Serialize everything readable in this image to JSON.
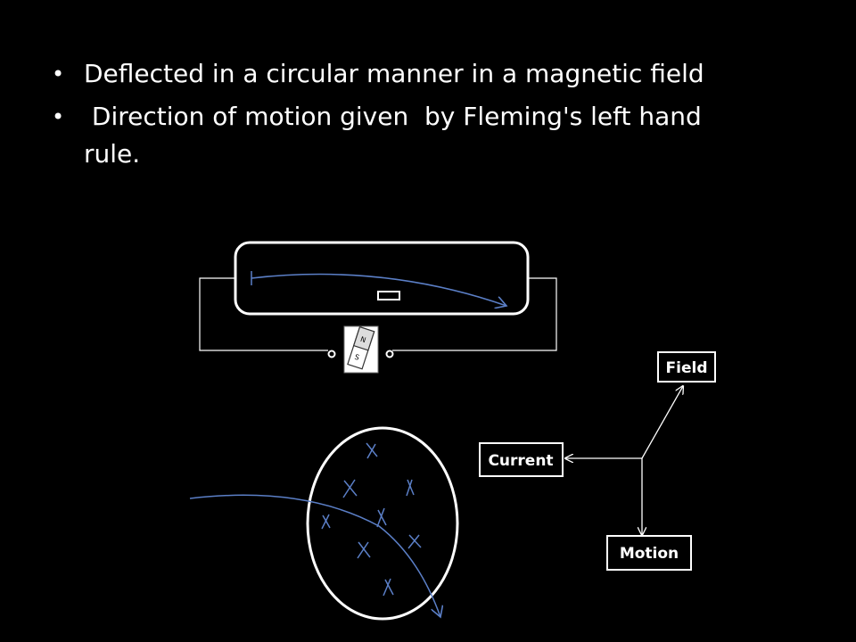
{
  "bullets": [
    {
      "text": "Deflected in a circular manner in a magnetic field"
    },
    {
      "text": " Direction of motion given  by Fleming's left hand rule."
    }
  ],
  "diagram": {
    "magnet": {
      "north_label": "N",
      "south_label": "S"
    },
    "labels": {
      "field": "Field",
      "current": "Current",
      "motion": "Motion"
    }
  },
  "colors": {
    "background": "#000000",
    "foreground": "#ffffff",
    "beam": "#5b7fc7"
  }
}
